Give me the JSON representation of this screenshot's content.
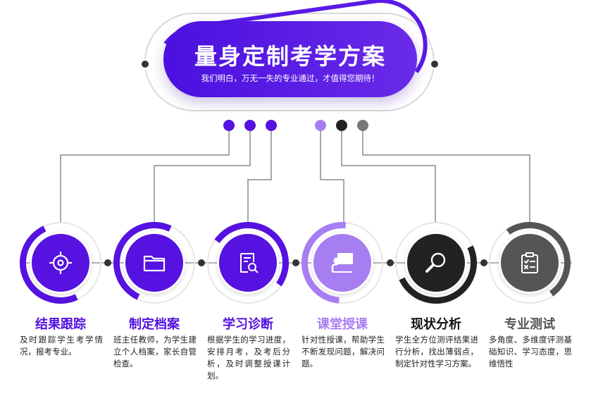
{
  "header": {
    "title": "量身定制考学方案",
    "subtitle": "我们明白，万无一失的专业通过，才值得您期待！"
  },
  "features": [
    {
      "title": "结果跟踪",
      "desc": "及时跟踪学生考学情况，报考专业。",
      "icon": "target-icon",
      "color": "#5512e0"
    },
    {
      "title": "制定档案",
      "desc": "班主任教师，为学生建立个人档案，家长自管检查。",
      "icon": "folder-icon",
      "color": "#5512e0"
    },
    {
      "title": "学习诊断",
      "desc": "根据学生的学习进度，安排月考，及考后分析，及时调整授课计划。",
      "icon": "report-search-icon",
      "color": "#5512e0"
    },
    {
      "title": "课堂授课",
      "desc": "针对性授课，帮助学生不断发现问题，解决问题。",
      "icon": "teacher-board-icon",
      "color": "#a77ef2"
    },
    {
      "title": "现状分析",
      "desc": "学生全方位测评结果进行分析，找出薄弱点，制定针对性学习方案。",
      "icon": "magnifier-icon",
      "color": "#222222"
    },
    {
      "title": "专业测试",
      "desc": "多角度、多维度评测基础知识、学习态度，思维悟性",
      "icon": "clipboard-check-icon",
      "color": "#555555"
    }
  ]
}
